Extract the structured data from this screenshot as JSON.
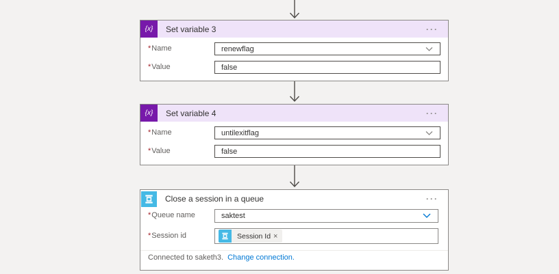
{
  "ui": {
    "required_marker": "*",
    "menu_glyph": "···",
    "variable_icon_glyph": "{x}"
  },
  "colors": {
    "canvas_bg": "#f3f2f1",
    "variable_icon_bg": "#7719aa",
    "variable_header_bg": "#efe3f9",
    "session_icon_bg": "#45b9e5",
    "link_blue": "#0078d4",
    "required_red": "#a4262c",
    "arrow": "#4e4b48"
  },
  "cards": [
    {
      "title": "Set variable 3",
      "fields": [
        {
          "label": "Name",
          "value": "renewflag"
        },
        {
          "label": "Value",
          "value": "false"
        }
      ]
    },
    {
      "title": "Set variable 4",
      "fields": [
        {
          "label": "Name",
          "value": "untilexitflag"
        },
        {
          "label": "Value",
          "value": "false"
        }
      ]
    },
    {
      "title": "Close a session in a queue",
      "fields": [
        {
          "label": "Queue name",
          "value": "saktest"
        },
        {
          "label": "Session id",
          "token_label": "Session Id",
          "token_remove_glyph": "×"
        }
      ],
      "footer": {
        "connected_text": "Connected to saketh3.",
        "change_link": "Change connection."
      }
    }
  ]
}
